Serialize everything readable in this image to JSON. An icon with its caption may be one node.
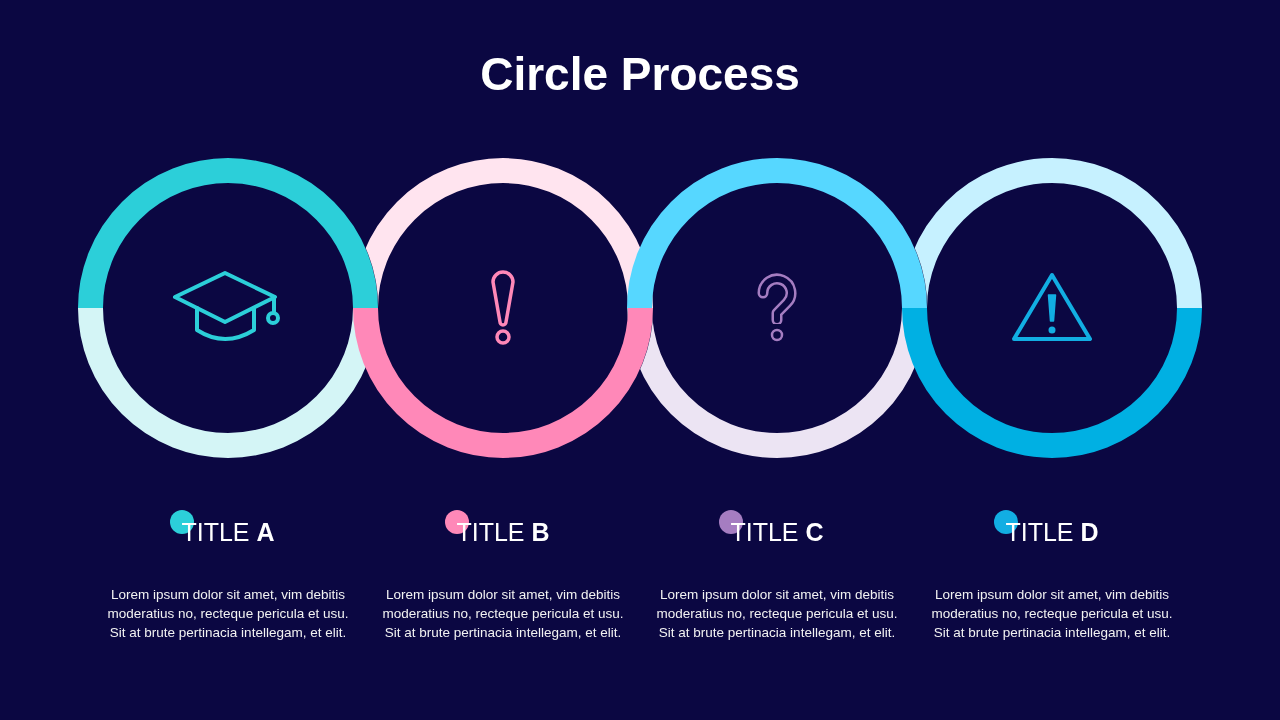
{
  "diagram": {
    "title": "Circle Process",
    "nodes": [
      {
        "text": [],
        "shape": "ring",
        "beside": [
          "TITLE **A**",
          "Lorem ipsum dolor sit amet, vim debitis moderatius no, recteque pericula et usu. Sit at brute pertinacia intellegam, et elit."
        ]
      },
      {
        "text": [],
        "shape": "ring",
        "beside": [
          "TITLE **B**",
          "Lorem ipsum dolor sit amet, vim debitis moderatius no, recteque pericula et usu. Sit at brute pertinacia intellegam, et elit."
        ]
      },
      {
        "text": [],
        "shape": "ring",
        "beside": [
          "TITLE **C**",
          "Lorem ipsum dolor sit amet, vim debitis moderatius no, recteque pericula et usu. Sit at brute pertinacia intellegam, et elit."
        ]
      },
      {
        "text": [],
        "shape": "ring",
        "beside": [
          "TITLE **D**",
          "Lorem ipsum dolor sit amet, vim debitis moderatius no, recteque pericula et usu. Sit at brute pertinacia intellegam, et elit."
        ]
      }
    ]
  }
}
